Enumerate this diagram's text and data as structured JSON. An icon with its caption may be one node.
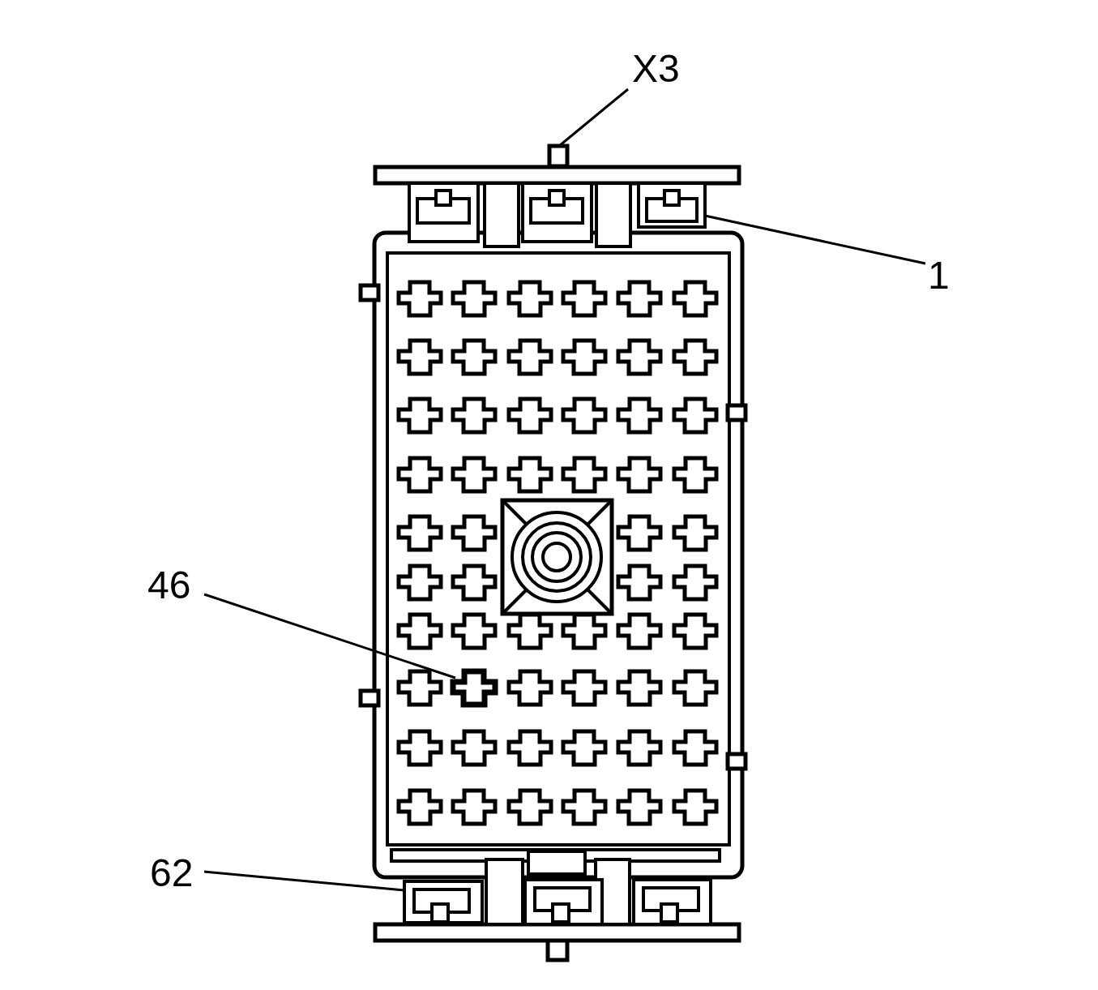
{
  "diagram": {
    "nodes": [
      {
        "text": [
          "X3"
        ]
      },
      {
        "text": [],
        "shape": "box"
      },
      {
        "text": [
          "1"
        ]
      },
      {
        "text": [],
        "shape": "box"
      },
      {
        "text": [
          "46"
        ]
      },
      {
        "text": [],
        "shape": "box"
      },
      {
        "text": [
          "62"
        ]
      },
      {
        "text": [],
        "shape": "box"
      }
    ],
    "edges": [
      {
        "from": 0,
        "to": 1,
        "arrow": "none"
      },
      {
        "from": 2,
        "to": 3,
        "arrow": "none"
      },
      {
        "from": 4,
        "to": 5,
        "arrow": "none"
      },
      {
        "from": 6,
        "to": 7,
        "arrow": "none"
      }
    ]
  }
}
